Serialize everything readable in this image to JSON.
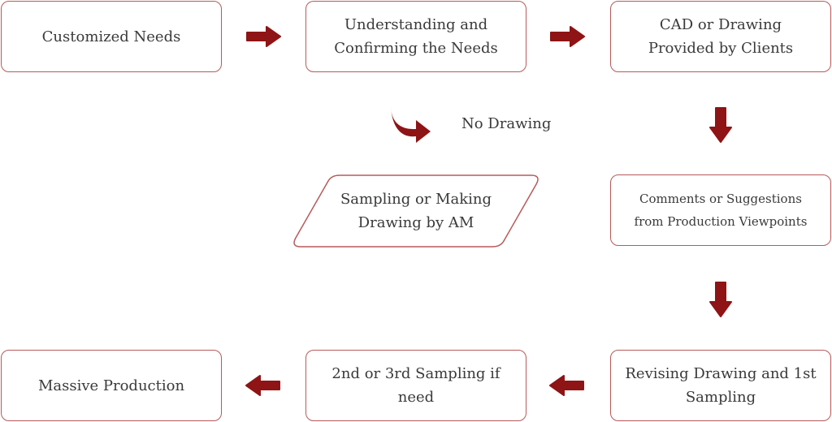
{
  "colors": {
    "accent": "#8e1416",
    "border": "#b85a5a",
    "text": "#3a3a3a"
  },
  "steps": {
    "customized_needs": "Customized Needs",
    "understanding_line1": "Understanding and",
    "understanding_line2": "Confirming the Needs",
    "cad_line1": "CAD or Drawing",
    "cad_line2": "Provided by Clients",
    "no_drawing": "No Drawing",
    "sampling_line1": "Sampling or Making",
    "sampling_line2": "Drawing by AM",
    "comments_line1": "Comments or Suggestions",
    "comments_line2": "from Production Viewpoints",
    "revising_line1": "Revising Drawing and 1st",
    "revising_line2": "Sampling",
    "second_line1": "2nd or 3rd Sampling if",
    "second_line2": "need",
    "massive": "Massive Production"
  },
  "icons": {
    "arrow_right": "arrow-right-icon",
    "arrow_down": "arrow-down-icon",
    "arrow_left": "arrow-left-icon",
    "arrow_curved": "curved-arrow-icon"
  }
}
